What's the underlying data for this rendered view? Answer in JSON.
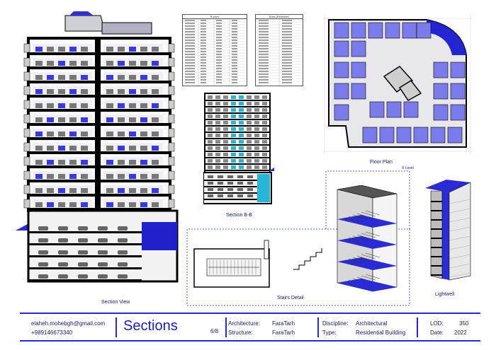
{
  "views": {
    "section_view": "Section View",
    "section_bb": "Section B-B",
    "floor_plan": "Floor Plan",
    "floor_level": "-5 Level",
    "stairs_detail": "Stairs Detail",
    "lightwell": "Lightwell"
  },
  "tables": {
    "rooms_title": "Rooms",
    "area_title": "Area (Rentable)"
  },
  "title_block": {
    "email": "elaheh.mohebgh@gmail.com",
    "phone": "+989146673340",
    "sheet_title": "Sections",
    "sheet_number": "6/8",
    "architecture_label": "Architecture:",
    "architecture_value": "FaraTarh",
    "structure_label": "Structure:",
    "structure_value": "FaraTarh",
    "discipline_label": "Discipline:",
    "discipline_value": "Architectural",
    "type_label": "Type:",
    "type_value": "Residential Building",
    "lod_label": "LOD:",
    "lod_value": "350",
    "date_label": "Date:",
    "date_value": "2022"
  },
  "colors": {
    "accent": "#2a2ad0",
    "wall": "#000000",
    "floor_blue": "#2b2bd6"
  }
}
